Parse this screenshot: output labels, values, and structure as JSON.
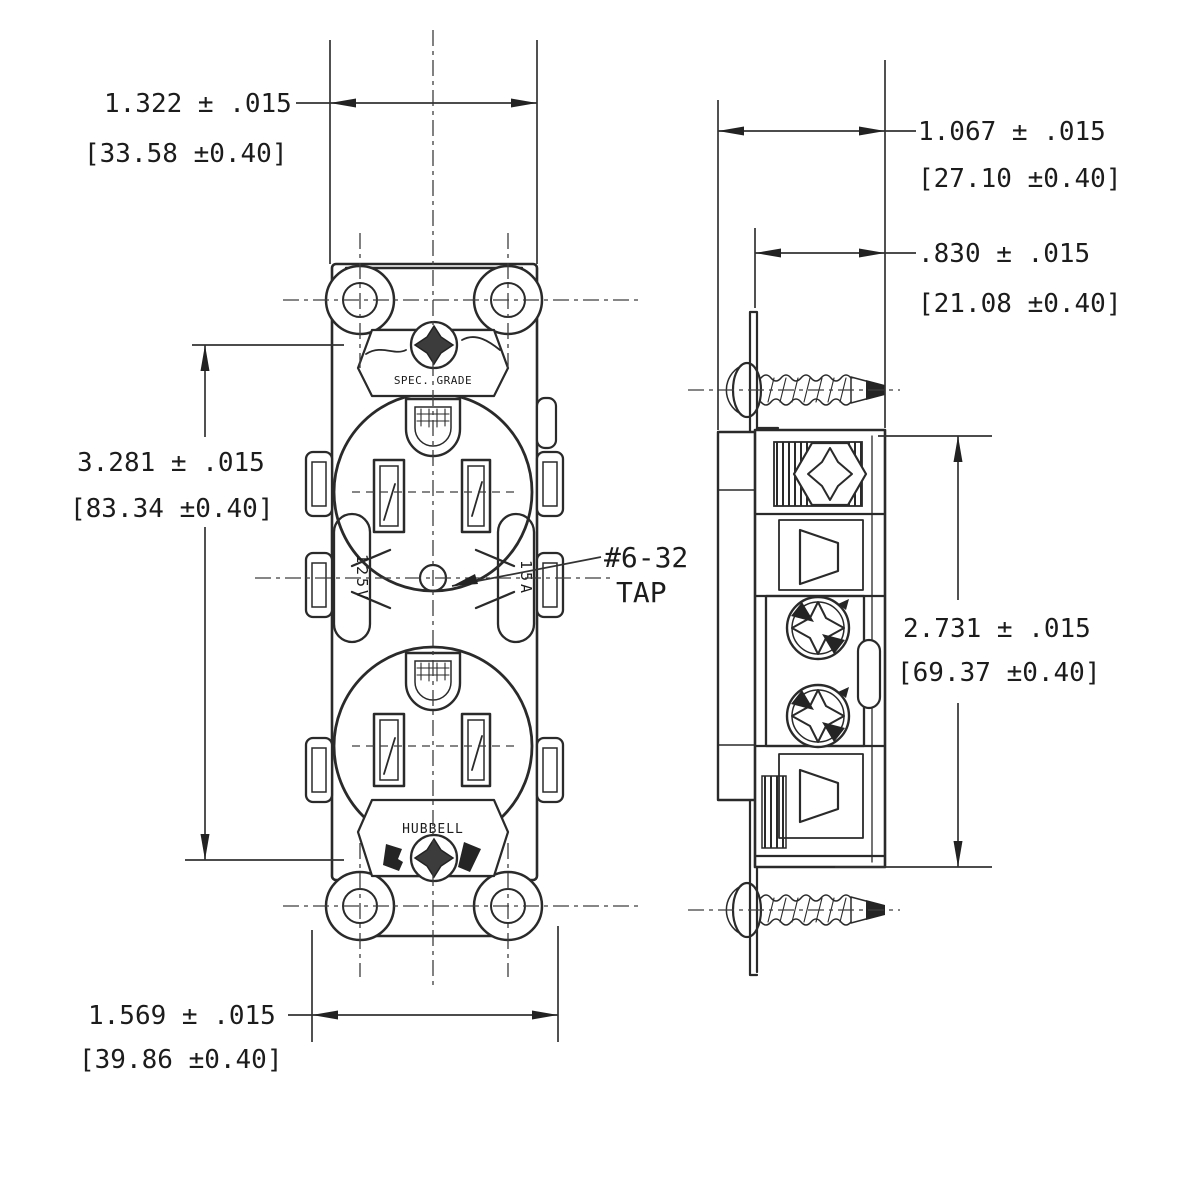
{
  "front_view": {
    "dim_width_top": {
      "inches": "1.322 ± .015",
      "mm": "[33.58 ±0.40]"
    },
    "dim_mounting_height": {
      "inches": "3.281 ± .015",
      "mm": "[83.34 ±0.40]"
    },
    "dim_width_bottom": {
      "inches": "1.569 ± .015",
      "mm": "[39.86 ±0.40]"
    },
    "tap_callout": {
      "line1": "#6-32",
      "line2": "TAP"
    },
    "markings": {
      "grade": "SPEC. GRADE",
      "brand": "HUBBELL",
      "voltage": "125V",
      "amperage": "15A"
    }
  },
  "side_view": {
    "dim_depth_overall": {
      "inches": "1.067 ± .015",
      "mm": "[27.10 ±0.40]"
    },
    "dim_face_to_mounting": {
      "inches": ".830 ± .015",
      "mm": "[21.08 ±0.40]"
    },
    "dim_body_height": {
      "inches": "2.731 ± .015",
      "mm": "[69.37 ±0.40]"
    }
  },
  "colors": {
    "background": "#ffffff",
    "line": "#2a2a2a",
    "dimension": "#333333",
    "text": "#1c1c1c"
  }
}
